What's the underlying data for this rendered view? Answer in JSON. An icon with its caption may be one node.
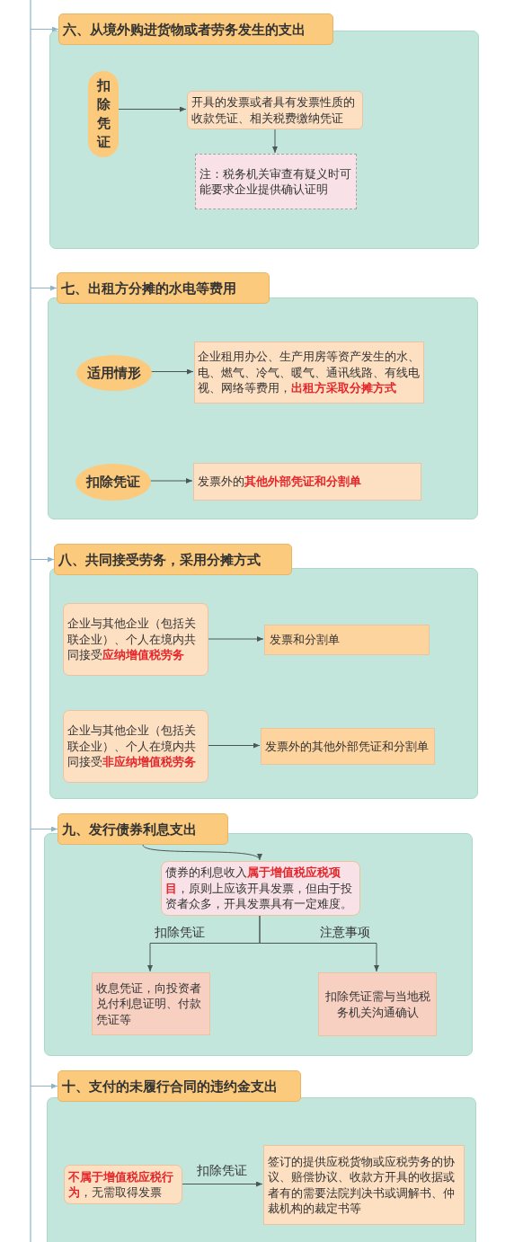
{
  "diagram": {
    "nodes": [
      {
        "text": [
          "六、从境外购进货物或者劳务发生的支出"
        ]
      },
      {
        "text": [],
        "shape": "box"
      },
      {
        "text": [
          "扣除凭证"
        ],
        "in": 1
      },
      {
        "text": [
          "开具的发票或者具有发票性质的收款凭证、相关税费缴纳凭证"
        ],
        "in": 1
      },
      {
        "text": [
          "注：税务机关审查有疑义时可能要求企业提供确认证明"
        ],
        "in": 1
      },
      {
        "text": [
          "七、出租方分摊的水电等费用"
        ]
      },
      {
        "text": [],
        "shape": "box"
      },
      {
        "text": [
          "适用情形"
        ],
        "in": 6
      },
      {
        "text": [
          "企业租用办公、生产用房等资产发生的水、电、燃气、冷气、暖气、通讯线路、有线电视、网络等费用，**出租方采取分摊方式**"
        ],
        "in": 6
      },
      {
        "text": [
          "扣除凭证"
        ],
        "in": 6
      },
      {
        "text": [
          "发票外的**其他外部凭证和分割单**"
        ],
        "in": 6
      },
      {
        "text": [
          "八、共同接受劳务，采用分摊方式"
        ]
      },
      {
        "text": [],
        "shape": "box"
      },
      {
        "text": [
          "企业与其他企业（包括关联企业）、个人在境内共同接受**应纳增值税劳务**"
        ],
        "in": 12
      },
      {
        "text": [
          "发票和分割单"
        ],
        "in": 12
      },
      {
        "text": [
          "企业与其他企业（包括关联企业）、个人在境内共同接受**非应纳增值税劳务**"
        ],
        "in": 12
      },
      {
        "text": [
          "发票外的其他外部凭证和分割单"
        ],
        "in": 12
      },
      {
        "text": [
          "九、发行债券利息支出"
        ]
      },
      {
        "text": [],
        "shape": "box"
      },
      {
        "text": [
          "债券的利息收入**属于增值税应税项目**，原则上应该开具发票，但由于投资者众多，开具发票具有一定难度。"
        ],
        "in": 18
      },
      {
        "text": [
          "收息凭证，向投资者兑付利息证明、付款凭证等"
        ],
        "in": 18
      },
      {
        "text": [
          "扣除凭证需与当地税务机关沟通确认"
        ],
        "in": 18
      },
      {
        "text": [
          "十、支付的未履行合同的违约金支出"
        ]
      },
      {
        "text": [],
        "shape": "box"
      },
      {
        "text": [
          "**不属于增值税应税行为**，无需取得发票"
        ],
        "in": 23
      },
      {
        "text": [
          "签订的提供应税货物或应税劳务的协议、赔偿协议、收款方开具的收据或者有的需要法院判决书或调解书、仲裁机构的裁定书等"
        ],
        "in": 23
      }
    ],
    "edges": [
      {
        "from": null,
        "to": 0,
        "arrow": "to",
        "color": "#8eb4cb"
      },
      {
        "from": 2,
        "to": 3,
        "arrow": "to"
      },
      {
        "from": 3,
        "to": 4,
        "arrow": "to"
      },
      {
        "from": null,
        "to": 5,
        "arrow": "to",
        "color": "#8eb4cb"
      },
      {
        "from": 7,
        "to": 8,
        "arrow": "to"
      },
      {
        "from": 9,
        "to": 10,
        "arrow": "to"
      },
      {
        "from": null,
        "to": 11,
        "arrow": "to",
        "color": "#8eb4cb"
      },
      {
        "from": 13,
        "to": 14,
        "arrow": "to"
      },
      {
        "from": 15,
        "to": 16,
        "arrow": "to"
      },
      {
        "from": null,
        "to": 17,
        "arrow": "to",
        "color": "#8eb4cb"
      },
      {
        "from": 17,
        "to": 19,
        "arrow": "to"
      },
      {
        "from": 19,
        "to": 20,
        "arrow": "to",
        "label": "扣除凭证"
      },
      {
        "from": 19,
        "to": 21,
        "arrow": "to",
        "label": "注意事项"
      },
      {
        "from": null,
        "to": 22,
        "arrow": "to",
        "color": "#8eb4cb"
      },
      {
        "from": 24,
        "to": 25,
        "arrow": "to",
        "label": "扣除凭证"
      }
    ]
  }
}
